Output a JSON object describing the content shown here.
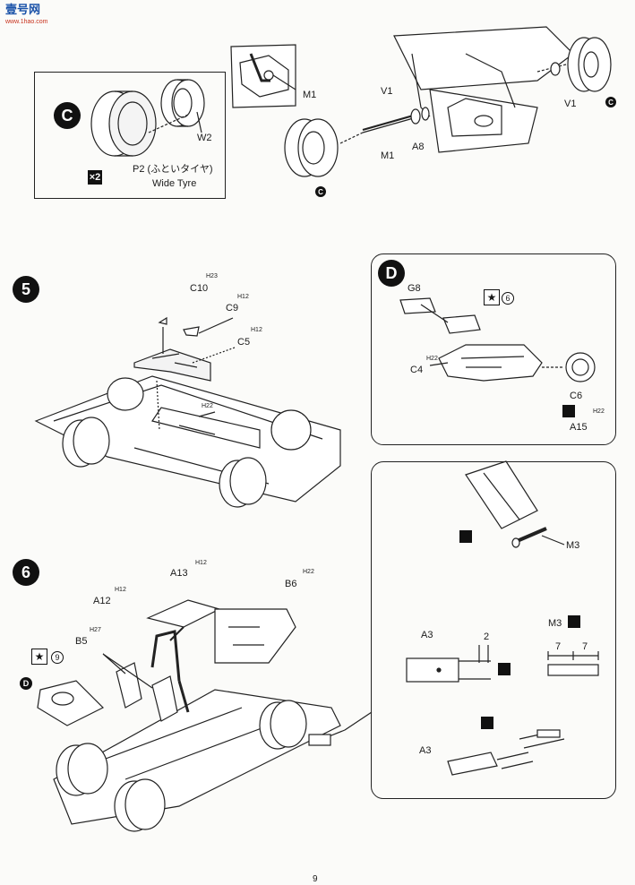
{
  "watermark": {
    "text": "壹号网",
    "url": "www.1hao.com"
  },
  "step_c_box": {
    "badge": "C",
    "part_w2": "W2",
    "part_p2": "P2 (ふといタイヤ)",
    "part_p2_en": "Wide Tyre",
    "qty": "×2"
  },
  "axle_assembly": {
    "m1_callout": "M1",
    "v1_left": "V1",
    "v1_right": "V1",
    "a8": "A8",
    "m1": "M1",
    "c_marker_left": "C",
    "c_marker_right": "C"
  },
  "step5": {
    "badge": "5",
    "c10": "C10",
    "c10_color": "H23",
    "c9": "C9",
    "c9_color": "H12",
    "c5": "C5",
    "c5_color": "H12",
    "floor_color": "H22"
  },
  "step_d_box": {
    "badge": "D",
    "g8": "G8",
    "decal_no": "6",
    "c4": "C4",
    "c4_color": "H22",
    "c6": "C6",
    "c6_color": "H22",
    "a15": "A15"
  },
  "detail_box": {
    "m3_top": "M3",
    "a3_left": "A3",
    "dim_2": "2",
    "m3_right": "M3",
    "dim_7a": "7",
    "dim_7b": "7",
    "a3_bottom": "A3"
  },
  "step6": {
    "badge": "6",
    "a13": "A13",
    "a13_color": "H12",
    "b6": "B6",
    "b6_color": "H22",
    "a12": "A12",
    "a12_color": "H12",
    "b5": "B5",
    "b5_color": "H27",
    "decal_no": "9",
    "d_marker": "D"
  },
  "page_number": "9"
}
